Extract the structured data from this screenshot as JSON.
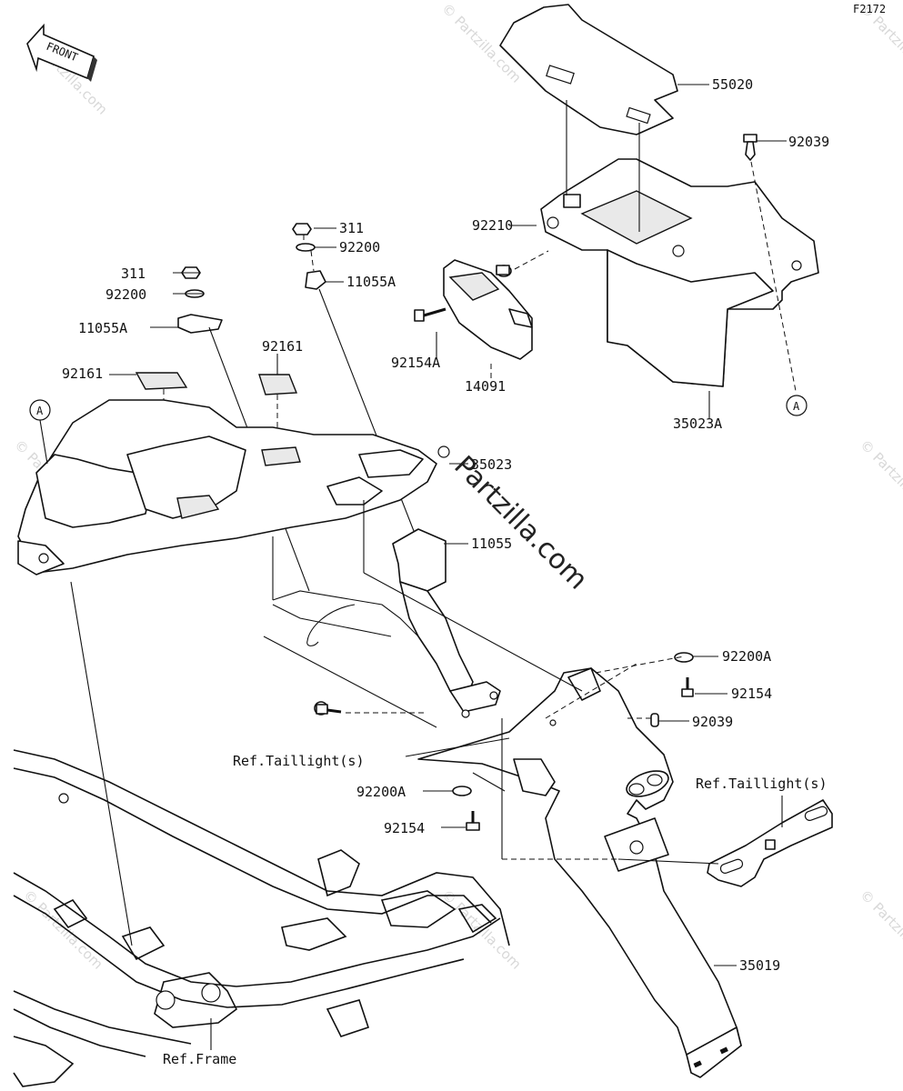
{
  "figure_code": "F2172",
  "front_arrow_label": "FRONT",
  "watermark": "© Partzilla.com",
  "center_watermark": "Partzilla.com",
  "callout_letter": "A",
  "labels": {
    "p55020": "55020",
    "p92039_top": "92039",
    "p92210": "92210",
    "p311_right": "311",
    "p92200_right": "92200",
    "p11055A_right": "11055A",
    "p311_left": "311",
    "p92200_left": "92200",
    "p11055A_left": "11055A",
    "p92154A": "92154A",
    "p14091": "14091",
    "p92161_mid": "92161",
    "p92161_left": "92161",
    "p35023A": "35023A",
    "p35023": "35023",
    "p11055": "11055",
    "p92200A_right": "92200A",
    "p92154_right": "92154",
    "p92039_low": "92039",
    "ref_taillight_left": "Ref.Taillight(s)",
    "ref_taillight_right": "Ref.Taillight(s)",
    "p92200A_left": "92200A",
    "p92154_left": "92154",
    "p35019": "35019",
    "ref_frame": "Ref.Frame"
  }
}
